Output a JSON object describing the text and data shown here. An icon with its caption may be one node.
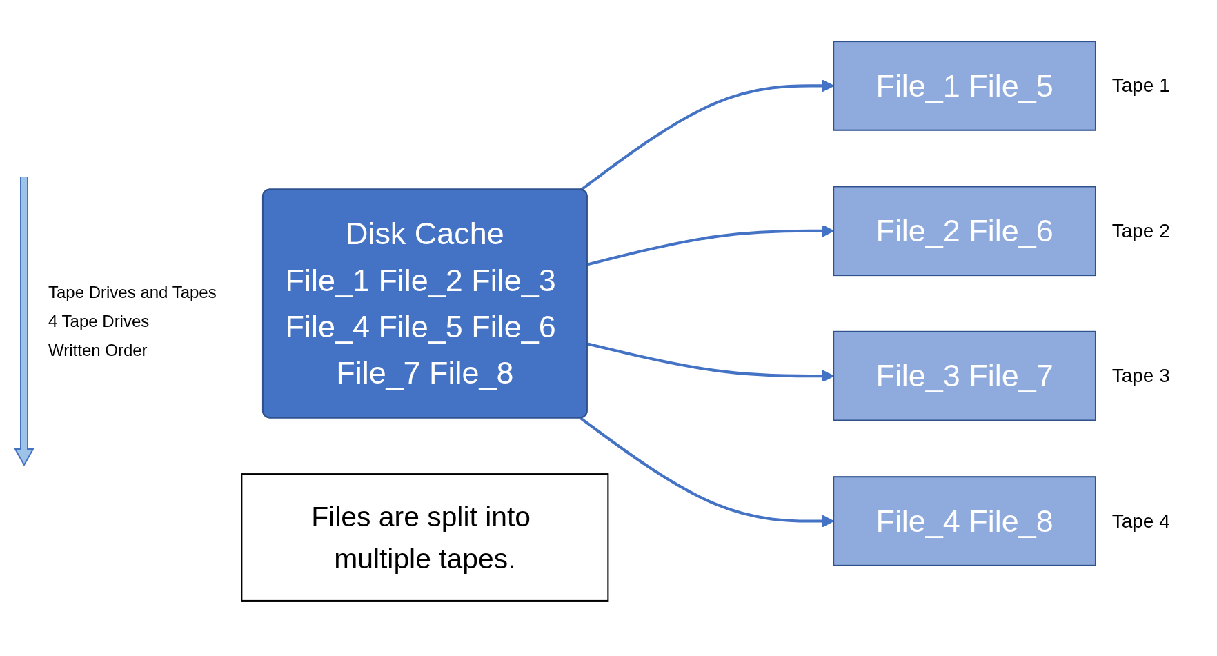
{
  "diagram": {
    "nodes": [
      {
        "text": [
          "Disk Cache",
          "File_1 File_2 File_3 File_4 File_5 File_6 File_7 File_8"
        ]
      },
      {
        "text": [
          "File_1 File_5"
        ],
        "beside": [
          "Tape 1"
        ]
      },
      {
        "text": [
          "File_2 File_6"
        ],
        "beside": [
          "Tape 2"
        ]
      },
      {
        "text": [
          "File_3 File_7"
        ],
        "beside": [
          "Tape 3"
        ]
      },
      {
        "text": [
          "File_4 File_8"
        ],
        "beside": [
          "Tape 4"
        ]
      },
      {
        "text": [
          "Files are split into multiple tapes."
        ]
      }
    ],
    "edges": [
      {
        "from": 0,
        "to": 1,
        "arrow": "to"
      },
      {
        "from": 0,
        "to": 2,
        "arrow": "to"
      },
      {
        "from": 0,
        "to": 3,
        "arrow": "to"
      },
      {
        "from": 0,
        "to": 4,
        "arrow": "to"
      }
    ],
    "labels": [
      "Tape Drives and Tapes",
      "4 Tape Drives",
      "Written Order"
    ]
  }
}
